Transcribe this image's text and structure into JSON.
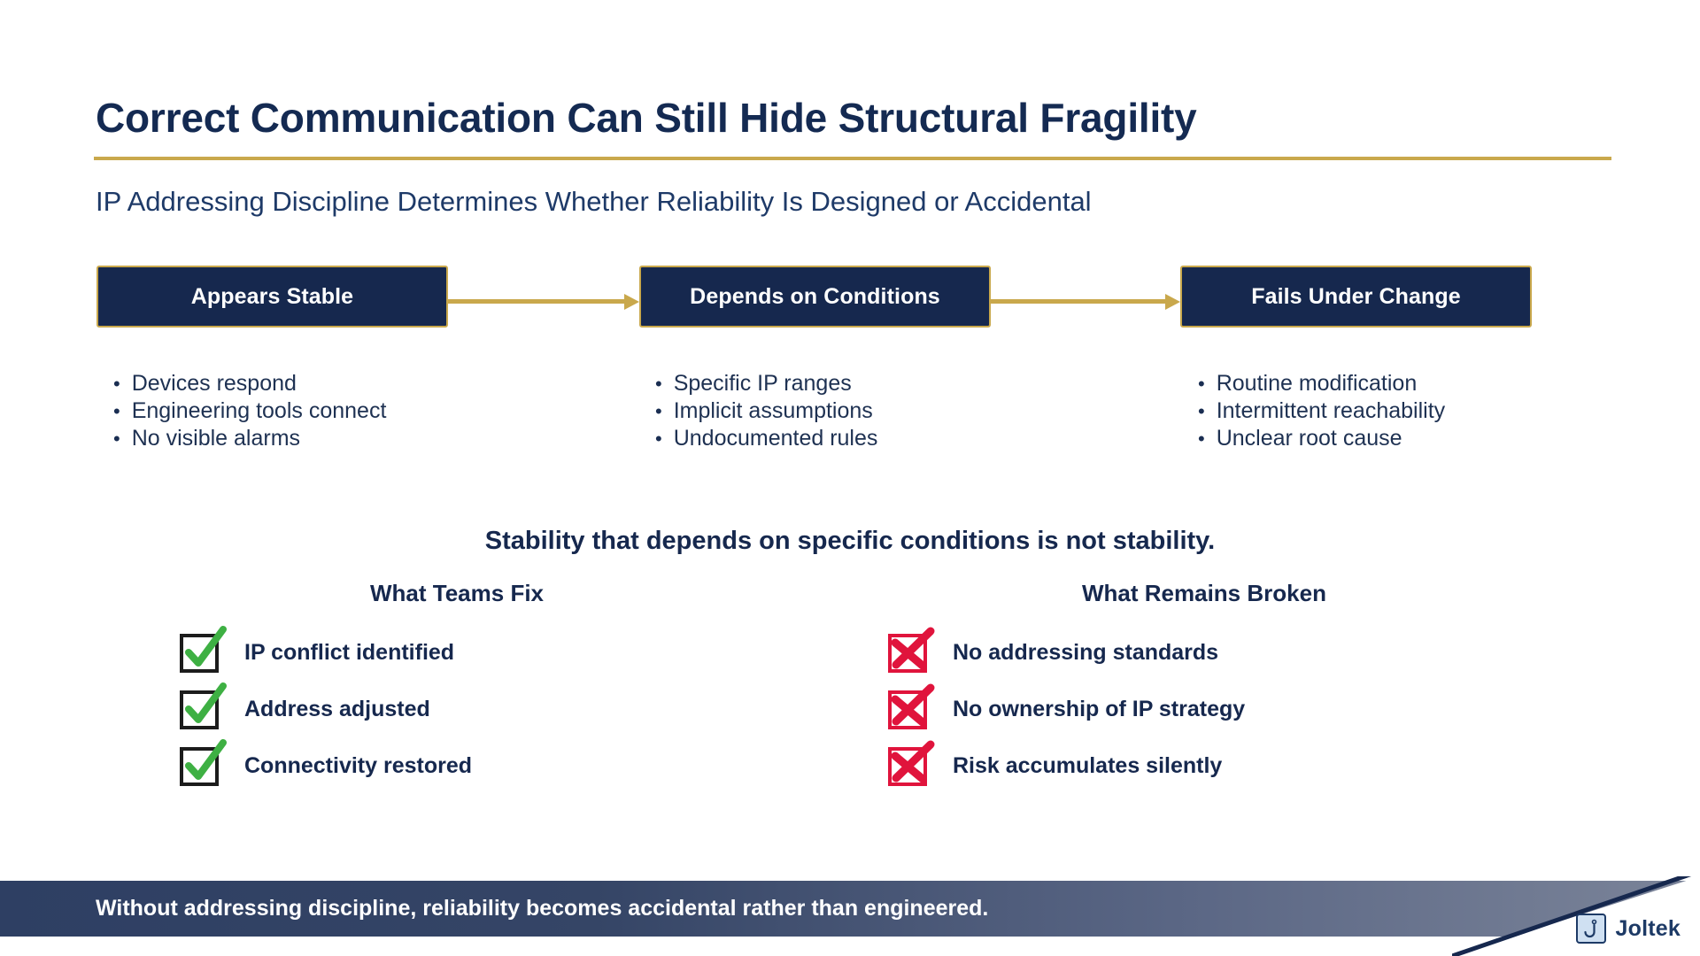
{
  "slide": {
    "title": "Correct Communication Can Still Hide Structural Fragility",
    "subtitle": "IP Addressing Discipline Determines Whether Reliability Is Designed or Accidental",
    "callout": "Stability that depends on specific conditions is not stability."
  },
  "colors": {
    "navy": "#16284e",
    "navy_text": "#142a52",
    "gold": "#c9a84c",
    "green": "#3eb043",
    "red": "#e0143c",
    "white": "#ffffff",
    "logo_blue": "#1d3a66",
    "logo_tile": "#cfe0f2"
  },
  "stages": [
    {
      "label": "Appears Stable",
      "bullets": [
        "Devices respond",
        "Engineering tools connect",
        "No visible alarms"
      ]
    },
    {
      "label": "Depends on Conditions",
      "bullets": [
        "Specific IP ranges",
        "Implicit assumptions",
        "Undocumented rules"
      ]
    },
    {
      "label": "Fails Under Change",
      "bullets": [
        "Routine modification",
        "Intermittent reachability",
        "Unclear root cause"
      ]
    }
  ],
  "columns": {
    "left": {
      "heading": "What Teams Fix",
      "icon": "checkbox-check-icon",
      "items": [
        "IP conflict identified",
        "Address adjusted",
        "Connectivity restored"
      ]
    },
    "right": {
      "heading": "What Remains Broken",
      "icon": "checkbox-cross-icon",
      "items": [
        "No addressing standards",
        "No ownership of IP strategy",
        "Risk accumulates silently"
      ]
    }
  },
  "footer": {
    "text": "Without addressing discipline, reliability becomes accidental rather than engineered.",
    "brand": "Joltek",
    "brand_glyph": "J"
  }
}
